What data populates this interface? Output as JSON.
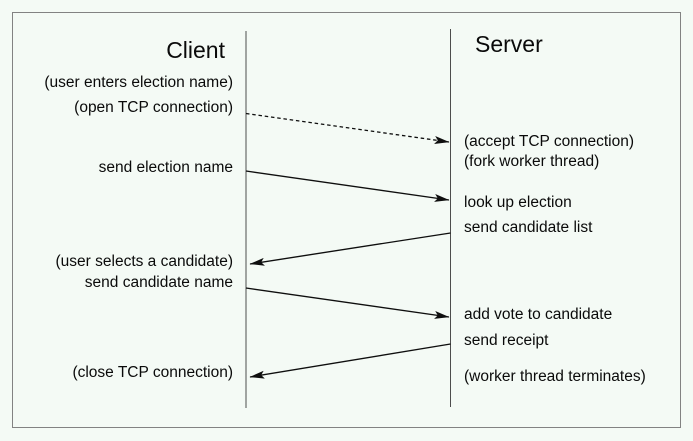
{
  "diagram": {
    "client": {
      "title": "Client",
      "annotations": [
        "(user enters election name)",
        "(open TCP connection)",
        "send election name",
        "(user selects a candidate)",
        "send candidate name",
        "(close TCP connection)"
      ]
    },
    "server": {
      "title": "Server",
      "annotations": [
        "(accept TCP connection)",
        "(fork worker thread)",
        "look up election",
        "send candidate list",
        "add vote to candidate",
        "send receipt",
        "(worker thread terminates)"
      ]
    },
    "messages": [
      {
        "from": "(open TCP connection)",
        "to": "(accept TCP connection)",
        "direction": "client-to-server",
        "style": "dashed"
      },
      {
        "from": "send election name",
        "to": "look up election",
        "direction": "client-to-server",
        "style": "solid"
      },
      {
        "from": "send candidate list",
        "to": "(user selects a candidate)",
        "direction": "server-to-client",
        "style": "solid"
      },
      {
        "from": "send candidate name",
        "to": "add vote to candidate",
        "direction": "client-to-server",
        "style": "solid"
      },
      {
        "from": "send receipt",
        "to": "(close TCP connection)",
        "direction": "server-to-client",
        "style": "solid"
      }
    ],
    "colors": {
      "background": "#f4faf5",
      "border": "#828282",
      "lifeline": "#4d4d4d",
      "arrow": "#0e0e0e",
      "text": "#0a0a0a"
    }
  }
}
